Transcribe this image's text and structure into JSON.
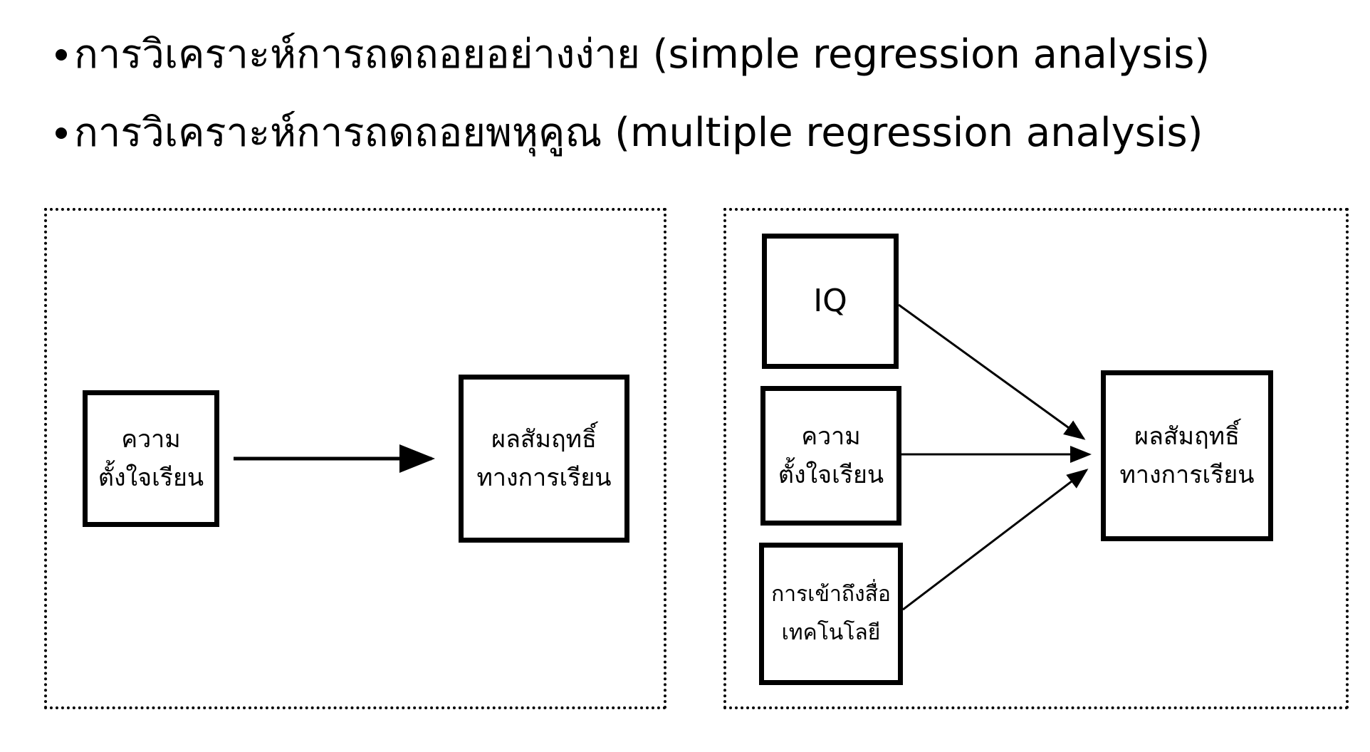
{
  "bullets": [
    "การวิเคราะห์การถดถอยอย่างง่าย (simple regression analysis)",
    "การวิเคราะห์การถดถอยพหุคูณ (multiple regression analysis)"
  ],
  "simple_model": {
    "predictor": {
      "line1": "ความ",
      "line2": "ตั้งใจเรียน"
    },
    "outcome": {
      "line1": "ผลสัมฤทธิ์",
      "line2": "ทางการเรียน"
    }
  },
  "multiple_model": {
    "predictors": [
      {
        "line1": "IQ",
        "line2": ""
      },
      {
        "line1": "ความ",
        "line2": "ตั้งใจเรียน"
      },
      {
        "line1": "การเข้าถึงสื่อ",
        "line2": "เทคโนโลยี"
      }
    ],
    "outcome": {
      "line1": "ผลสัมฤทธิ์",
      "line2": "ทางการเรียน"
    }
  }
}
